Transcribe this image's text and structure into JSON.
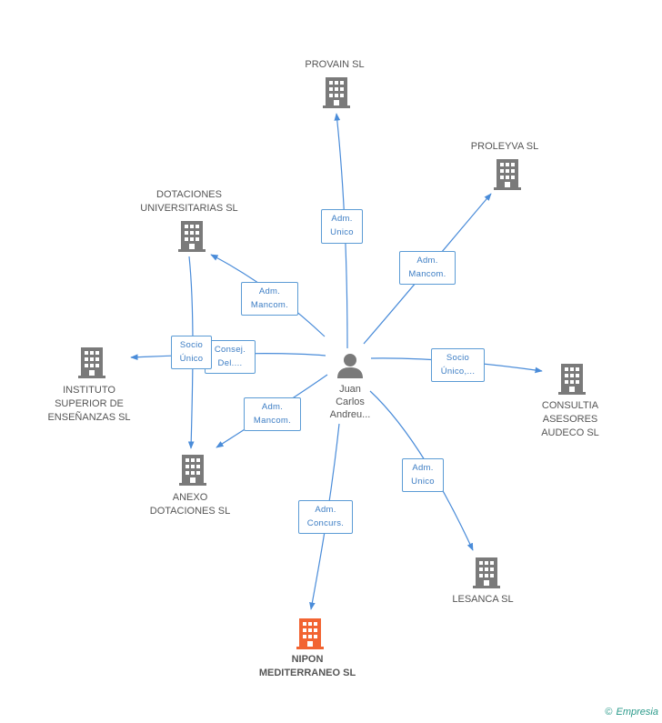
{
  "colors": {
    "edge": "#4a8cd9",
    "building": "#7a7a7a",
    "building_highlight": "#f26432",
    "person": "#7a7a7a"
  },
  "center": {
    "label": "Juan Carlos Andreu...",
    "lines": [
      "Juan",
      "Carlos",
      "Andreu..."
    ],
    "icon": "person-icon"
  },
  "nodes": [
    {
      "id": "provain",
      "lines": [
        "PROVAIN SL"
      ],
      "icon": "building-icon"
    },
    {
      "id": "proleyva",
      "lines": [
        "PROLEYVA SL"
      ],
      "icon": "building-icon"
    },
    {
      "id": "dotaciones-universitarias",
      "lines": [
        "DOTACIONES",
        "UNIVERSITARIAS SL"
      ],
      "icon": "building-icon"
    },
    {
      "id": "instituto-superior",
      "lines": [
        "INSTITUTO",
        "SUPERIOR DE",
        "ENSEÑANZAS SL"
      ],
      "icon": "building-icon"
    },
    {
      "id": "consultia",
      "lines": [
        "CONSULTIA",
        "ASESORES",
        "AUDECO SL"
      ],
      "icon": "building-icon"
    },
    {
      "id": "anexo",
      "lines": [
        "ANEXO",
        "DOTACIONES SL"
      ],
      "icon": "building-icon"
    },
    {
      "id": "lesanca",
      "lines": [
        "LESANCA SL"
      ],
      "icon": "building-icon"
    },
    {
      "id": "nipon",
      "lines": [
        "NIPON",
        "MEDITERRANEO SL"
      ],
      "icon": "building-icon",
      "highlight": true
    }
  ],
  "edges": [
    {
      "id": "e-provain",
      "lines": [
        "Adm.",
        "Unico"
      ]
    },
    {
      "id": "e-proleyva",
      "lines": [
        "Adm.",
        "Mancom."
      ]
    },
    {
      "id": "e-dotuniv",
      "lines": [
        "Adm.",
        "Mancom."
      ]
    },
    {
      "id": "e-consej",
      "lines": [
        "Consej.",
        "Del...."
      ]
    },
    {
      "id": "e-socio-unico",
      "lines": [
        "Socio",
        "Único"
      ]
    },
    {
      "id": "e-consultia",
      "lines": [
        "Socio",
        "Único,..."
      ]
    },
    {
      "id": "e-anexo",
      "lines": [
        "Adm.",
        "Mancom."
      ]
    },
    {
      "id": "e-lesanca",
      "lines": [
        "Adm.",
        "Unico"
      ]
    },
    {
      "id": "e-nipon",
      "lines": [
        "Adm.",
        "Concurs."
      ]
    }
  ],
  "brand": {
    "copyright": "©",
    "name": "Empresia"
  }
}
